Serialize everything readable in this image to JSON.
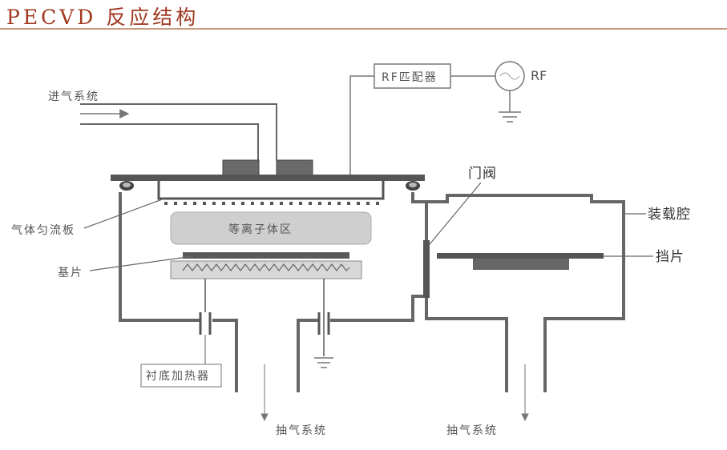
{
  "header": {
    "title": "PECVD 反应结构"
  },
  "diagram": {
    "labels": {
      "gas_inlet": "进气系统",
      "rf_matcher": "RF匹配器",
      "rf_source": "RF",
      "gas_distributor": "气体匀流板",
      "plasma_zone": "等离子体区",
      "substrate": "基片",
      "gate_valve": "门阀",
      "load_lock": "装载腔",
      "baffle": "挡片",
      "substrate_heater": "衬底加热器",
      "exhaust_1": "抽气系统",
      "exhaust_2": "抽气系统"
    }
  }
}
